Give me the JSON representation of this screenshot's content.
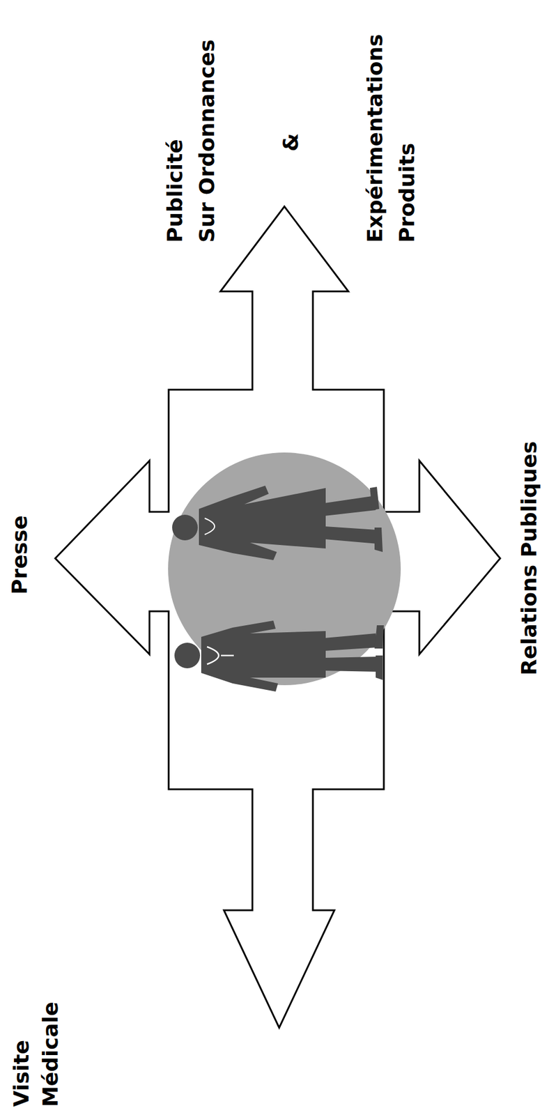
{
  "diagram": {
    "labels": [
      "Presse",
      "Publicité Sur Ordonnances",
      "&",
      "Expérimentations Produits",
      "Visite Médicale",
      "Relations Publiques"
    ]
  }
}
